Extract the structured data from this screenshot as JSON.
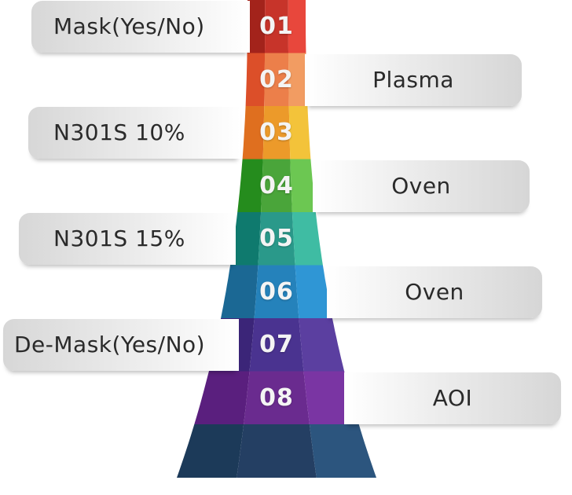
{
  "steps": [
    {
      "num": "01",
      "label": "Mask(Yes/No)",
      "colors": [
        "#a3231b",
        "#c7342a",
        "#e8473c"
      ]
    },
    {
      "num": "02",
      "label": "Plasma",
      "colors": [
        "#dc4f29",
        "#ec7f4a",
        "#f29c62"
      ]
    },
    {
      "num": "03",
      "label": "N301S 10%",
      "colors": [
        "#df6f1f",
        "#ec9a2a",
        "#f3c33a"
      ]
    },
    {
      "num": "04",
      "label": "Oven",
      "colors": [
        "#258c1d",
        "#4aa53a",
        "#6cc752"
      ]
    },
    {
      "num": "05",
      "label": "N301S 15%",
      "colors": [
        "#0f7a6e",
        "#2a998a",
        "#3fbca3"
      ]
    },
    {
      "num": "06",
      "label": "Oven",
      "colors": [
        "#1b6894",
        "#2582bb",
        "#2f96d5"
      ]
    },
    {
      "num": "07",
      "label": "De-Mask(Yes/No)",
      "colors": [
        "#3b2578",
        "#4a3390",
        "#5b3fa0"
      ]
    },
    {
      "num": "08",
      "label": "AOI",
      "colors": [
        "#5a1f7e",
        "#6a2b8f",
        "#7a35a3"
      ]
    }
  ],
  "base_colors": [
    "#1c3a59",
    "#243f63",
    "#2c557e"
  ]
}
